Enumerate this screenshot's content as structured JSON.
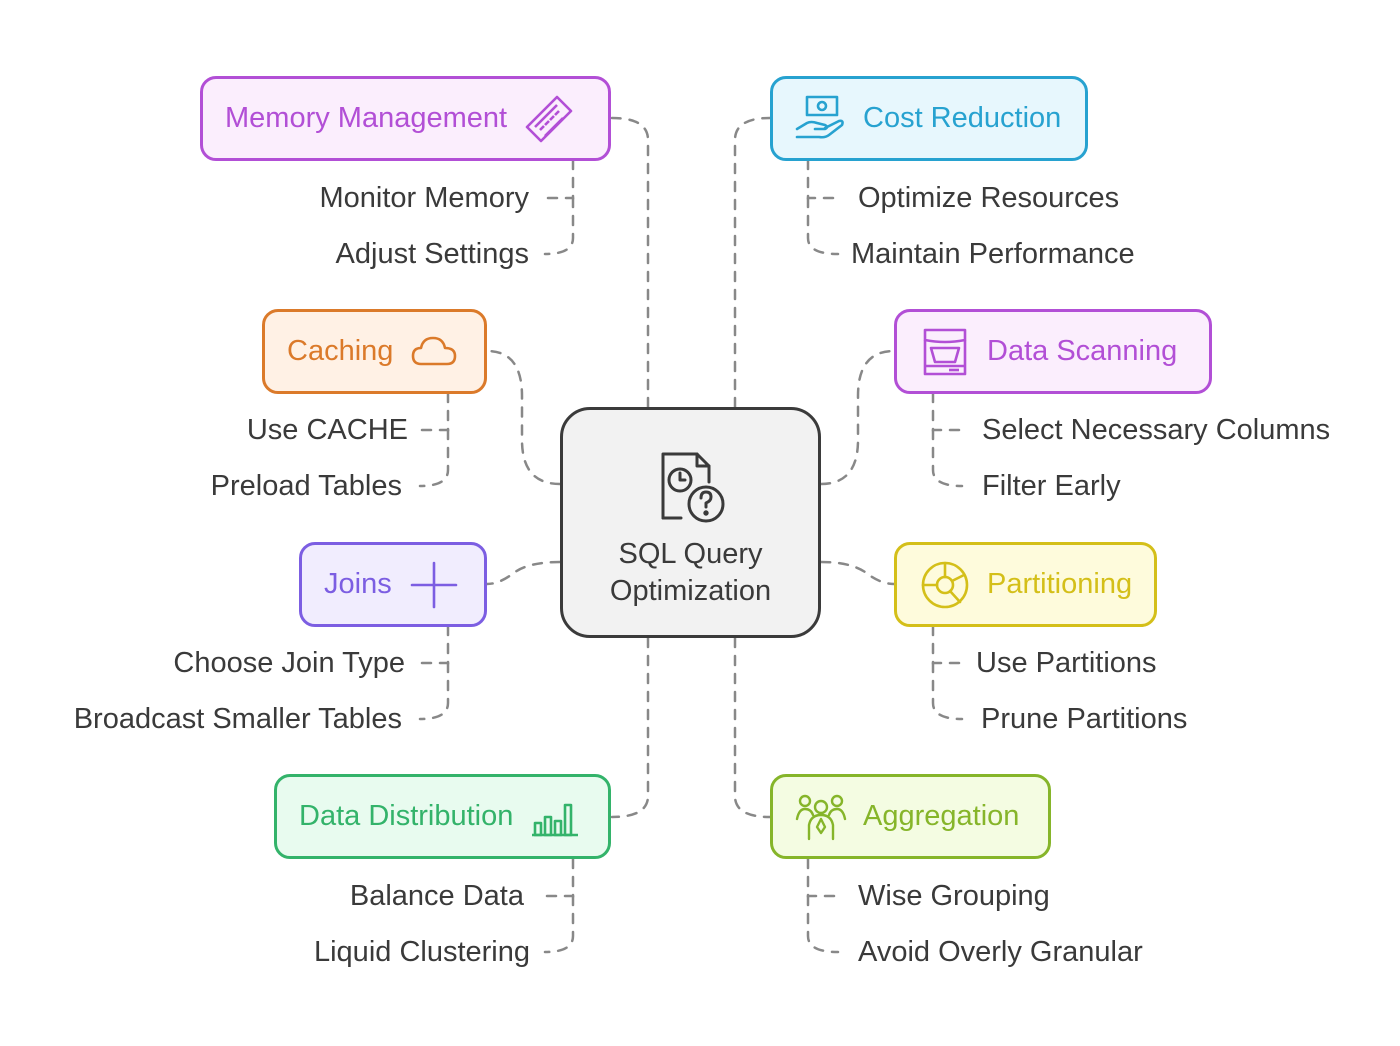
{
  "center": {
    "line1": "SQL Query",
    "line2": "Optimization",
    "icon": "document-clock-question-icon"
  },
  "nodes": {
    "memory_management": {
      "label": "Memory Management",
      "icon": "ram-chip-icon",
      "color": "#b24fd6",
      "fill": "#fbeefd",
      "items": [
        "Monitor Memory",
        "Adjust Settings"
      ]
    },
    "caching": {
      "label": "Caching",
      "icon": "cloud-icon",
      "color": "#db7a2a",
      "fill": "#fff1e5",
      "items": [
        "Use CACHE",
        "Preload Tables"
      ]
    },
    "joins": {
      "label": "Joins",
      "icon": "plus-icon",
      "color": "#7c5ee2",
      "fill": "#f1edfe",
      "items": [
        "Choose Join Type",
        "Broadcast Smaller Tables"
      ]
    },
    "data_distribution": {
      "label": "Data Distribution",
      "icon": "bar-chart-icon",
      "color": "#33b36a",
      "fill": "#e8fbef",
      "items": [
        "Balance Data",
        "Liquid Clustering"
      ]
    },
    "cost_reduction": {
      "label": "Cost Reduction",
      "icon": "hand-money-icon",
      "color": "#27a2d0",
      "fill": "#e7f7fd",
      "items": [
        "Optimize Resources",
        "Maintain Performance"
      ]
    },
    "data_scanning": {
      "label": "Data Scanning",
      "icon": "scanner-icon",
      "color": "#b24fd6",
      "fill": "#fbeefd",
      "items": [
        "Select Necessary Columns",
        "Filter Early"
      ]
    },
    "partitioning": {
      "label": "Partitioning",
      "icon": "partition-disk-icon",
      "color": "#d4bf19",
      "fill": "#fefbdc",
      "items": [
        "Use Partitions",
        "Prune Partitions"
      ]
    },
    "aggregation": {
      "label": "Aggregation",
      "icon": "group-people-icon",
      "color": "#86b52a",
      "fill": "#f4fce2",
      "items": [
        "Wise Grouping",
        "Avoid Overly Granular"
      ]
    }
  },
  "connector_color": "#888888"
}
